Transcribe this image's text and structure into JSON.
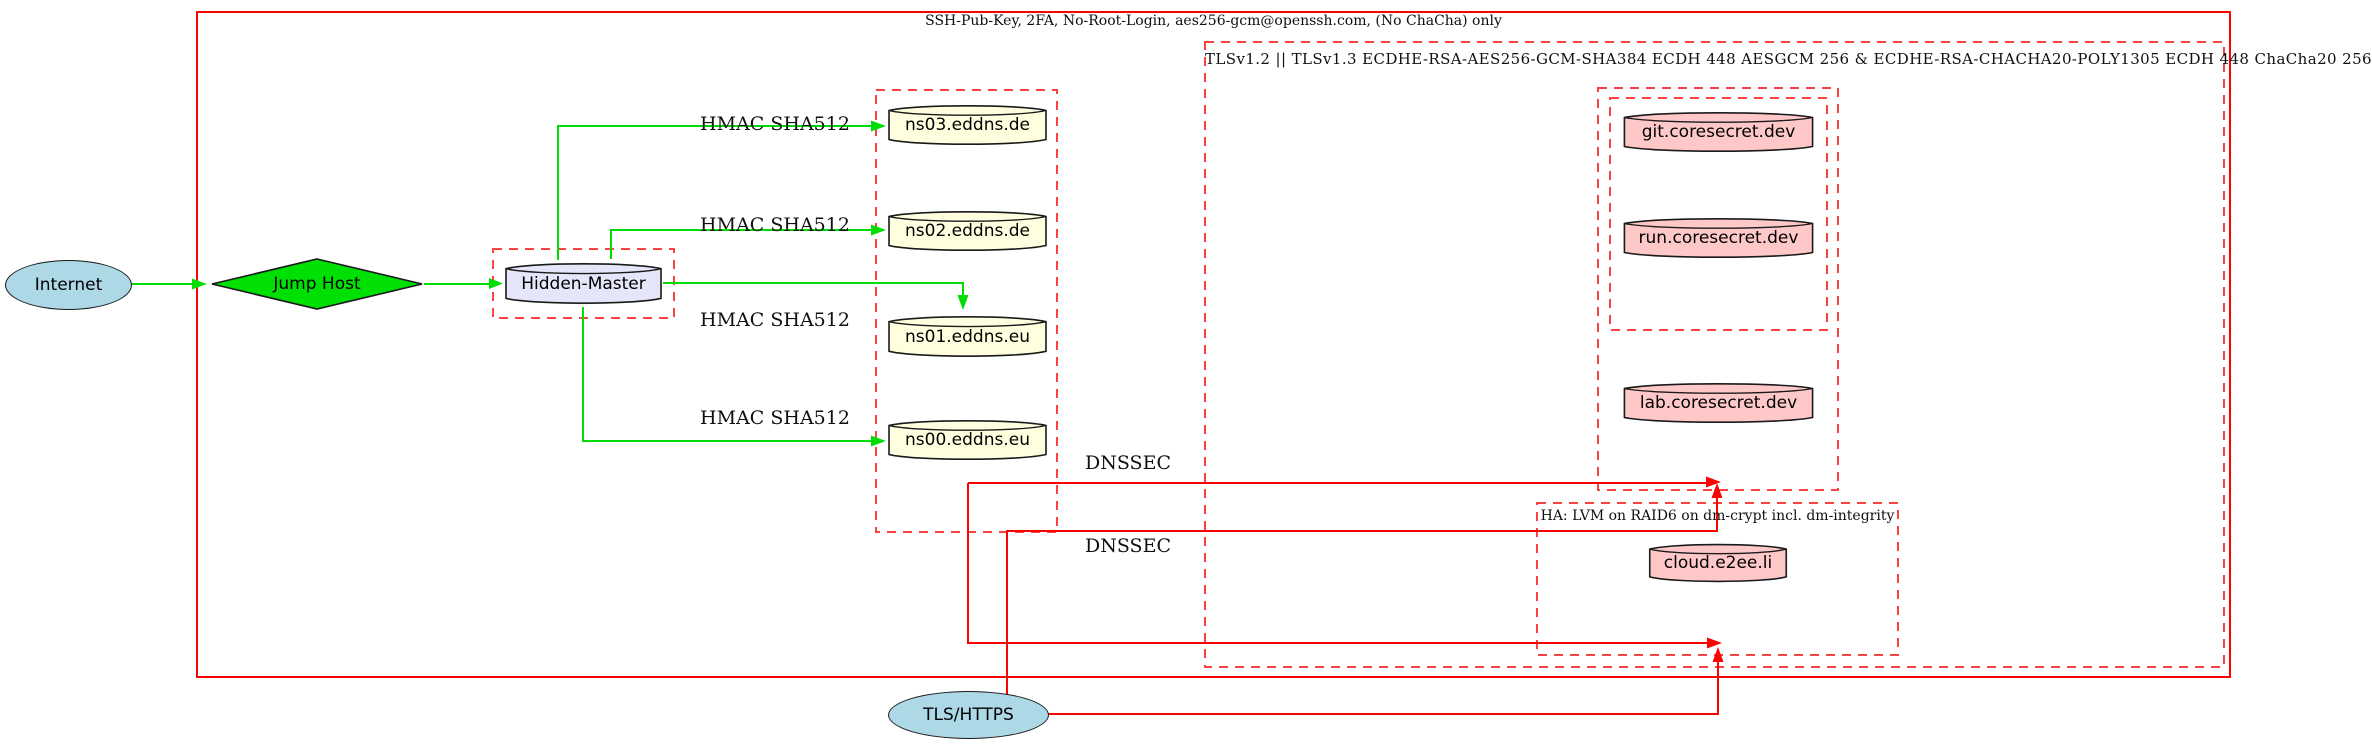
{
  "diagram": {
    "titles": {
      "outer": "SSH-Pub-Key, 2FA, No-Root-Login, aes256-gcm@openssh.com, (No ChaCha) only",
      "tls": "TLSv1.2 || TLSv1.3 ECDHE-RSA-AES256-GCM-SHA384 ECDH 448 AESGCM 256 & ECDHE-RSA-CHACHA20-POLY1305 ECDH 448 ChaCha20 256",
      "ha": "HA: LVM on RAID6 on dm-crypt incl. dm-integrity"
    },
    "nodes": {
      "internet": {
        "label": "Internet"
      },
      "jump_host": {
        "label": "Jump Host"
      },
      "hidden_master": {
        "label": "Hidden-Master"
      },
      "ns03": {
        "label": "ns03.eddns.de"
      },
      "ns02": {
        "label": "ns02.eddns.de"
      },
      "ns01": {
        "label": "ns01.eddns.eu"
      },
      "ns00": {
        "label": "ns00.eddns.eu"
      },
      "git": {
        "label": "git.coresecret.dev"
      },
      "run": {
        "label": "run.coresecret.dev"
      },
      "lab": {
        "label": "lab.coresecret.dev"
      },
      "cloud": {
        "label": "cloud.e2ee.li"
      },
      "tls_https": {
        "label": "TLS/HTTPS"
      }
    },
    "edge_labels": {
      "hmac": "HMAC SHA512",
      "dnssec": "DNSSEC"
    },
    "colors": {
      "edge_green": "#00dd05",
      "edge_red": "#f90400",
      "cluster_red": "#fa4341",
      "node_blue": "#add8e6",
      "node_green": "#00e005",
      "node_lavender": "#e6e6fa",
      "node_yellow": "#ffffe0",
      "node_pink": "#ffc8c8"
    }
  }
}
